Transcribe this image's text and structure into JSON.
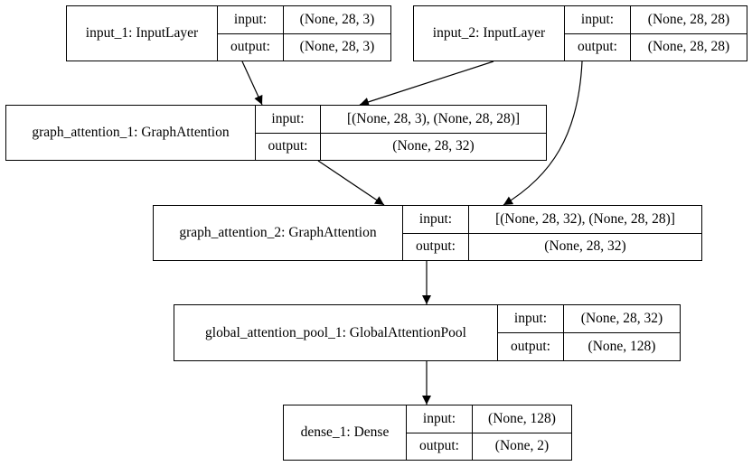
{
  "nodes": [
    {
      "id": "input_1",
      "label": "input_1: InputLayer",
      "input_label": "input:",
      "output_label": "output:",
      "input": "(None, 28, 3)",
      "output": "(None, 28, 3)"
    },
    {
      "id": "input_2",
      "label": "input_2: InputLayer",
      "input_label": "input:",
      "output_label": "output:",
      "input": "(None, 28, 28)",
      "output": "(None, 28, 28)"
    },
    {
      "id": "graph_attention_1",
      "label": "graph_attention_1: GraphAttention",
      "input_label": "input:",
      "output_label": "output:",
      "input": "[(None, 28, 3), (None, 28, 28)]",
      "output": "(None, 28, 32)"
    },
    {
      "id": "graph_attention_2",
      "label": "graph_attention_2: GraphAttention",
      "input_label": "input:",
      "output_label": "output:",
      "input": "[(None, 28, 32), (None, 28, 28)]",
      "output": "(None, 28, 32)"
    },
    {
      "id": "global_attention_pool_1",
      "label": "global_attention_pool_1: GlobalAttentionPool",
      "input_label": "input:",
      "output_label": "output:",
      "input": "(None, 28, 32)",
      "output": "(None, 128)"
    },
    {
      "id": "dense_1",
      "label": "dense_1: Dense",
      "input_label": "input:",
      "output_label": "output:",
      "input": "(None, 128)",
      "output": "(None, 2)"
    }
  ],
  "edges": [
    {
      "from": "input_1",
      "to": "graph_attention_1"
    },
    {
      "from": "input_2",
      "to": "graph_attention_1"
    },
    {
      "from": "input_2",
      "to": "graph_attention_2"
    },
    {
      "from": "graph_attention_1",
      "to": "graph_attention_2"
    },
    {
      "from": "graph_attention_2",
      "to": "global_attention_pool_1"
    },
    {
      "from": "global_attention_pool_1",
      "to": "dense_1"
    }
  ]
}
